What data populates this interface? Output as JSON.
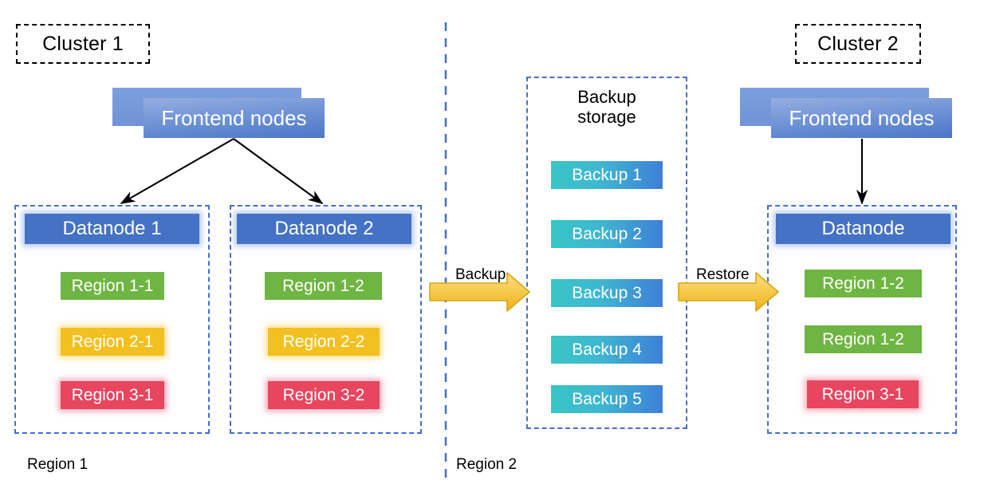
{
  "diagram": {
    "title_left": "Cluster 1",
    "title_right": "Cluster 2",
    "region_left_label": "Region 1",
    "region_right_label": "Region 2",
    "colors": {
      "datanode_blue": "#4472C4",
      "frontend_blue": "#6F93D6",
      "region_green": "#6FB543",
      "region_yellow": "#F2C020",
      "region_red": "#E8455F",
      "backup_teal": "#38C6C6",
      "backup_blue": "#3E7FD8",
      "arrow_gold": "#F5C344",
      "dashed_blue": "#4472C4",
      "dashed_black": "#000000"
    }
  },
  "cluster1": {
    "frontend_label": "Frontend nodes",
    "datanodes": [
      {
        "header": "Datanode 1",
        "regions": [
          {
            "label": "Region 1-1",
            "color": "green"
          },
          {
            "label": "Region 2-1",
            "color": "yellow"
          },
          {
            "label": "Region 3-1",
            "color": "red"
          }
        ]
      },
      {
        "header": "Datanode 2",
        "regions": [
          {
            "label": "Region 1-2",
            "color": "green"
          },
          {
            "label": "Region 2-2",
            "color": "yellow"
          },
          {
            "label": "Region 3-2",
            "color": "red"
          }
        ]
      }
    ]
  },
  "backup_storage": {
    "title": "Backup\nstorage",
    "items": [
      {
        "label": "Backup 1"
      },
      {
        "label": "Backup 2"
      },
      {
        "label": "Backup 3"
      },
      {
        "label": "Backup 4"
      },
      {
        "label": "Backup 5"
      }
    ]
  },
  "cluster2": {
    "frontend_label": "Frontend nodes",
    "datanode": {
      "header": "Datanode",
      "regions": [
        {
          "label": "Region 1-2",
          "color": "green"
        },
        {
          "label": "Region 1-2",
          "color": "green"
        },
        {
          "label": "Region 3-1",
          "color": "red"
        }
      ]
    }
  },
  "flows": {
    "backup_label": "Backup",
    "restore_label": "Restore"
  }
}
